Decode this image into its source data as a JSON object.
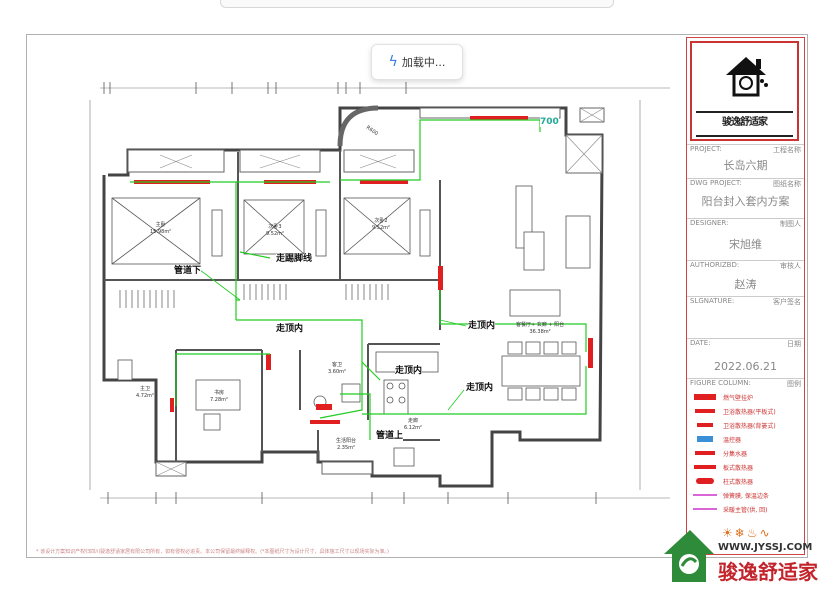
{
  "loading": {
    "text": "加载中..."
  },
  "title_block": {
    "logo_brand": "骏逸舒适家",
    "project_label": "PROJECT:",
    "project_label_cn": "工程名称",
    "project_value": "长岛六期",
    "dwg_label": "DWG PROJECT:",
    "dwg_label_cn": "图纸名称",
    "dwg_value": "阳台封入套内方案",
    "designer_label": "DESIGNER:",
    "designer_label_cn": "制图人",
    "designer_value": "宋旭维",
    "authorized_label": "AUTHORIZBD:",
    "authorized_label_cn": "审核人",
    "authorized_value": "赵涛",
    "signature_label": "SLGNATURE:",
    "signature_label_cn": "客户签名",
    "date_label": "DATE:",
    "date_label_cn": "日期",
    "date_value": "2022.06.21",
    "figure_label": "FIGURE COLUMN:",
    "figure_label_cn": "图例",
    "legend": [
      {
        "text": "燃气壁挂炉",
        "color": "#d33"
      },
      {
        "text": "卫浴散热器(平板式)",
        "color": "#d33"
      },
      {
        "text": "卫浴散热器(背篓式)",
        "color": "#d33"
      },
      {
        "text": "温控器",
        "color": "#3a8fd6"
      },
      {
        "text": "分集水器",
        "color": "#d33"
      },
      {
        "text": "板式散热器",
        "color": "#d33"
      },
      {
        "text": "柱式散热器",
        "color": "#d33"
      },
      {
        "text": "弹簧膜, 保温边条",
        "color": "#c3c"
      },
      {
        "text": "采暖主管(供, 回)",
        "color": "#c3c"
      }
    ]
  },
  "annotations": {
    "pipe_down": "管道下",
    "skirting": "走踢脚线",
    "ceiling_1": "走顶内",
    "ceiling_2": "走顶内",
    "ceiling_3": "走顶内",
    "ceiling_4": "走顶内",
    "pipe_up": "管道上",
    "dim_700": "700"
  },
  "rooms": {
    "master": {
      "name": "主卧",
      "area": "15.98m²"
    },
    "bed2": {
      "name": "次卧2",
      "area": "9.52m²"
    },
    "bed3": {
      "name": "次卧3",
      "area": "9.52m²"
    },
    "living": {
      "name": "客餐厅+ 玄廊 + 阳台",
      "area": "36.38m²"
    },
    "bath1": {
      "name": "主卫",
      "area": "4.72m²"
    },
    "study": {
      "name": "书房",
      "area": "7.28m²"
    },
    "bath2": {
      "name": "客卫",
      "area": "3.60m²"
    },
    "hall": {
      "name": "走廊",
      "area": "6.12m²"
    },
    "laundry": {
      "name": "生活阳台",
      "area": "2.35m²"
    }
  },
  "footnote": "* 该设计方案知识产权归四川骏逸舒适家居有限公司所有，如有侵权必追责。本公司保留最终解释权。(*本图纸尺寸为设计尺寸，具体施工尺寸以现场实际为准。)",
  "watermark": {
    "url": "WWW.JYSSJ.COM",
    "name": "骏逸舒适家"
  },
  "colors": {
    "pipe": "#22cc22",
    "radiator": "#e02020",
    "wall": "#555555",
    "frame_red": "#cc3333"
  }
}
